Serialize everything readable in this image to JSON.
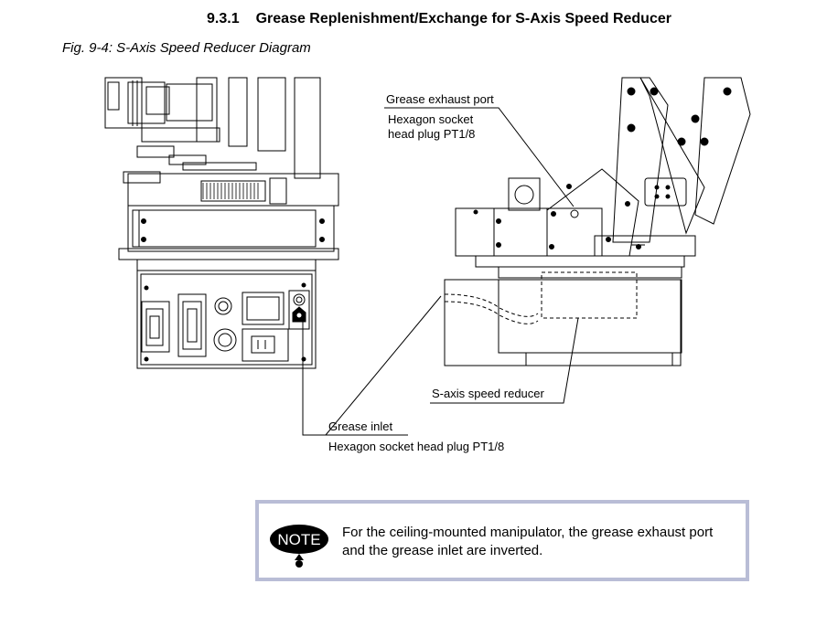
{
  "section": {
    "number": "9.3.1",
    "title": "Grease Replenishment/Exchange for S-Axis Speed Reducer"
  },
  "figure": {
    "caption": "Fig. 9-4: S-Axis Speed Reducer Diagram",
    "labels": {
      "exhaust_port": "Grease exhaust port",
      "exhaust_plug_line1": "Hexagon socket",
      "exhaust_plug_line2": "head plug PT1/8",
      "reducer": "S-axis speed reducer",
      "inlet": "Grease inlet",
      "inlet_plug": "Hexagon socket head plug PT1/8"
    }
  },
  "note": {
    "icon_text": "NOTE",
    "text": "For the ceiling-mounted manipulator, the grease exhaust port and the grease inlet are inverted."
  }
}
